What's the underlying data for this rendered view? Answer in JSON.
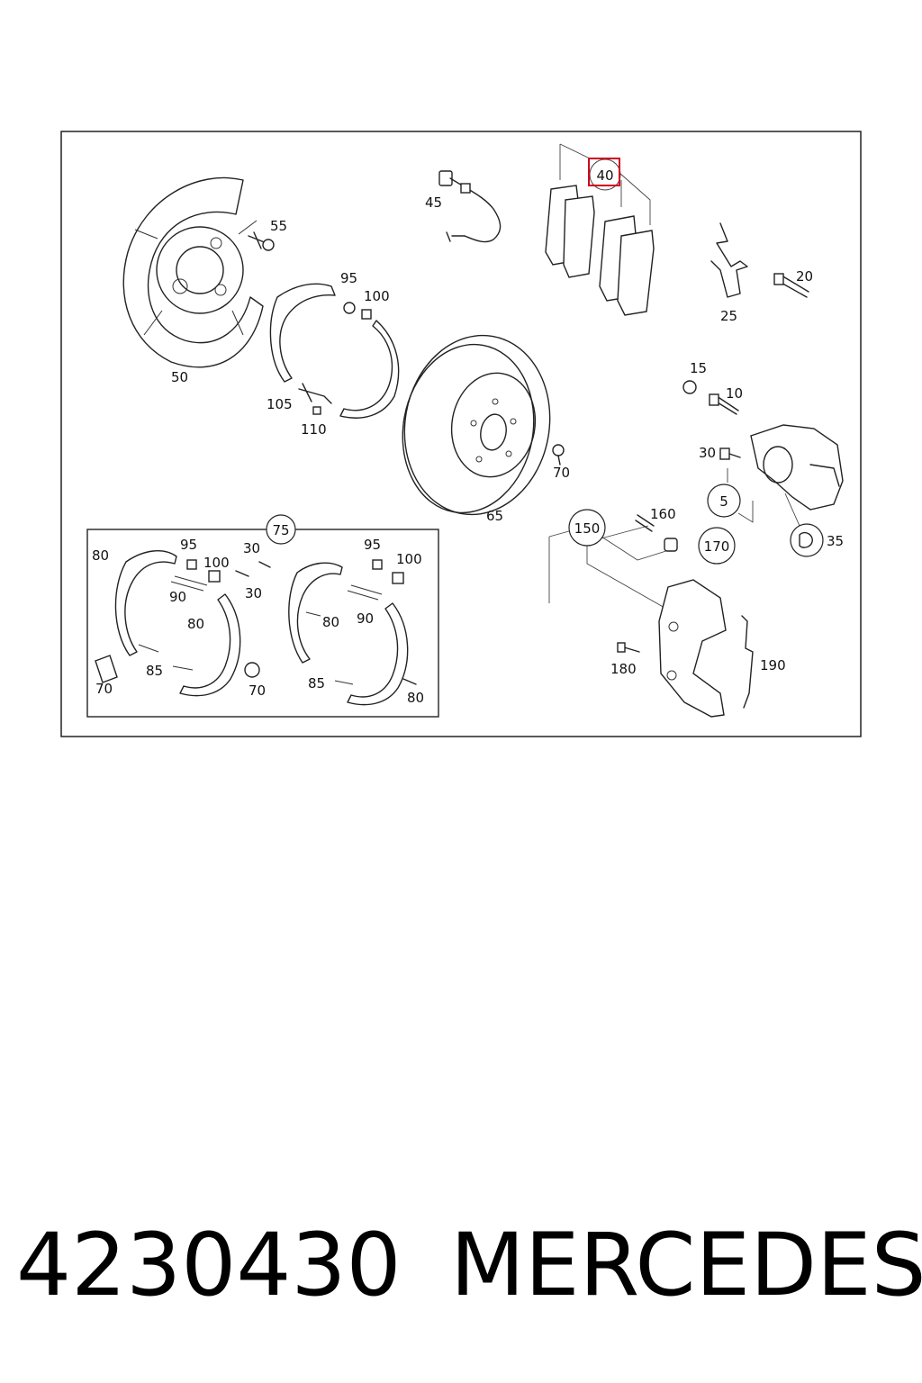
{
  "diagram": {
    "highlight_color": "#d0021b",
    "highlighted_callout": "40",
    "callouts": {
      "p5": "5",
      "p10": "10",
      "p15": "15",
      "p20": "20",
      "p25": "25",
      "p30a": "30",
      "p35": "35",
      "p40": "40",
      "p45": "45",
      "p50": "50",
      "p55": "55",
      "p65": "65",
      "p70a": "70",
      "p95a": "95",
      "p100a": "100",
      "p105": "105",
      "p110": "110",
      "p150": "150",
      "p160": "160",
      "p170": "170",
      "p180": "180",
      "p190": "190"
    },
    "inset": {
      "callout": "75",
      "labels": {
        "l80a": "80",
        "l95": "95",
        "l100": "100",
        "l30a": "30",
        "l30b": "30",
        "l90a": "90",
        "l80b": "80",
        "l85a": "85",
        "l70a": "70",
        "l70b": "70",
        "l95b": "95",
        "l100b": "100",
        "l80c": "80",
        "l90b": "90",
        "l85b": "85",
        "l80d": "80"
      }
    }
  },
  "caption": {
    "part_number": "4230430",
    "brand": "MERCEDES"
  }
}
